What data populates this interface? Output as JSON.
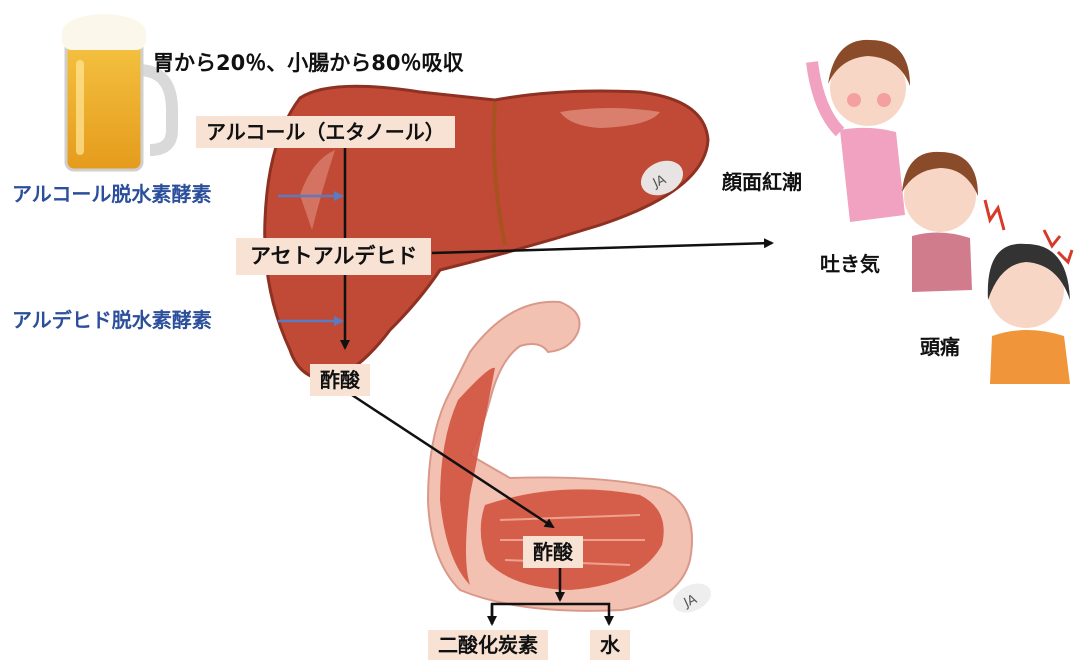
{
  "absorption_note": "胃から20％、小腸から80％吸収",
  "liver": {
    "mark": "JA",
    "alcohol_label": "アルコール（エタノール）",
    "acetaldehyde_label": "アセトアルデヒド",
    "acetic_acid_label": "酢酸"
  },
  "enzymes": {
    "adh": "アルコール脱水素酵素",
    "aldh": "アルデヒド脱水素酵素"
  },
  "muscle": {
    "mark": "JA",
    "acetic_acid_label": "酢酸",
    "products": [
      "二酸化炭素",
      "水"
    ]
  },
  "symptoms": [
    "顔面紅潮",
    "吐き気",
    "頭痛"
  ],
  "colors": {
    "liver": "#c04a35",
    "label_box": "#f7e2d3",
    "enzyme_text": "#2c4f9c",
    "enzyme_arrow": "#5a7bc0",
    "arrow": "#111111"
  }
}
